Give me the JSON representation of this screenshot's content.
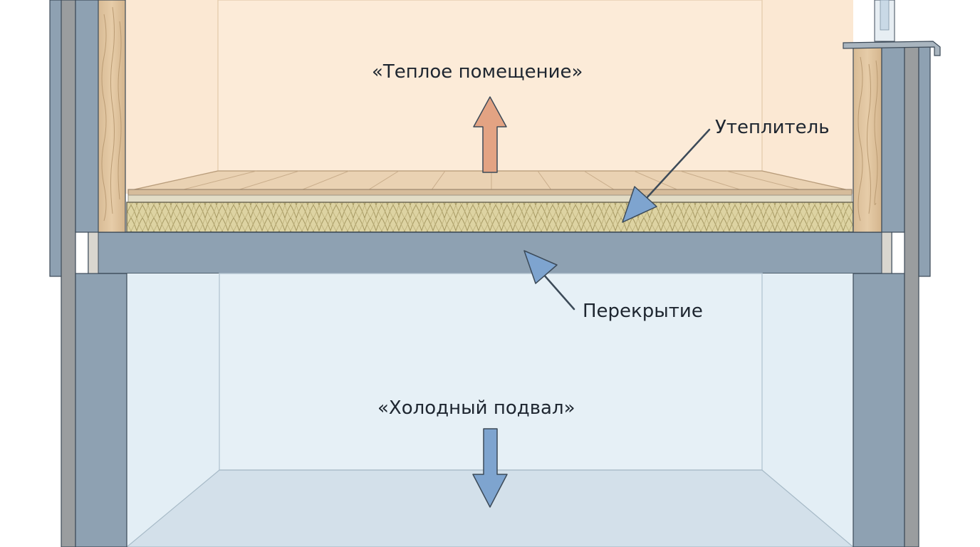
{
  "labels": {
    "warm_room": "«Теплое помещение»",
    "insulation": "Утеплитель",
    "slab": "Перекрытие",
    "cold_basement": "«Холодный подвал»"
  },
  "colors": {
    "warm": "#fbe8d3",
    "cold": "#e3eef5",
    "wall": "#8ea1b2",
    "insulation": "#ddd3a2",
    "floor": "#e6c9a5",
    "arrow_warm": "#e3a383",
    "arrow_cold": "#7ea4cf",
    "outline": "#3c4a58"
  }
}
